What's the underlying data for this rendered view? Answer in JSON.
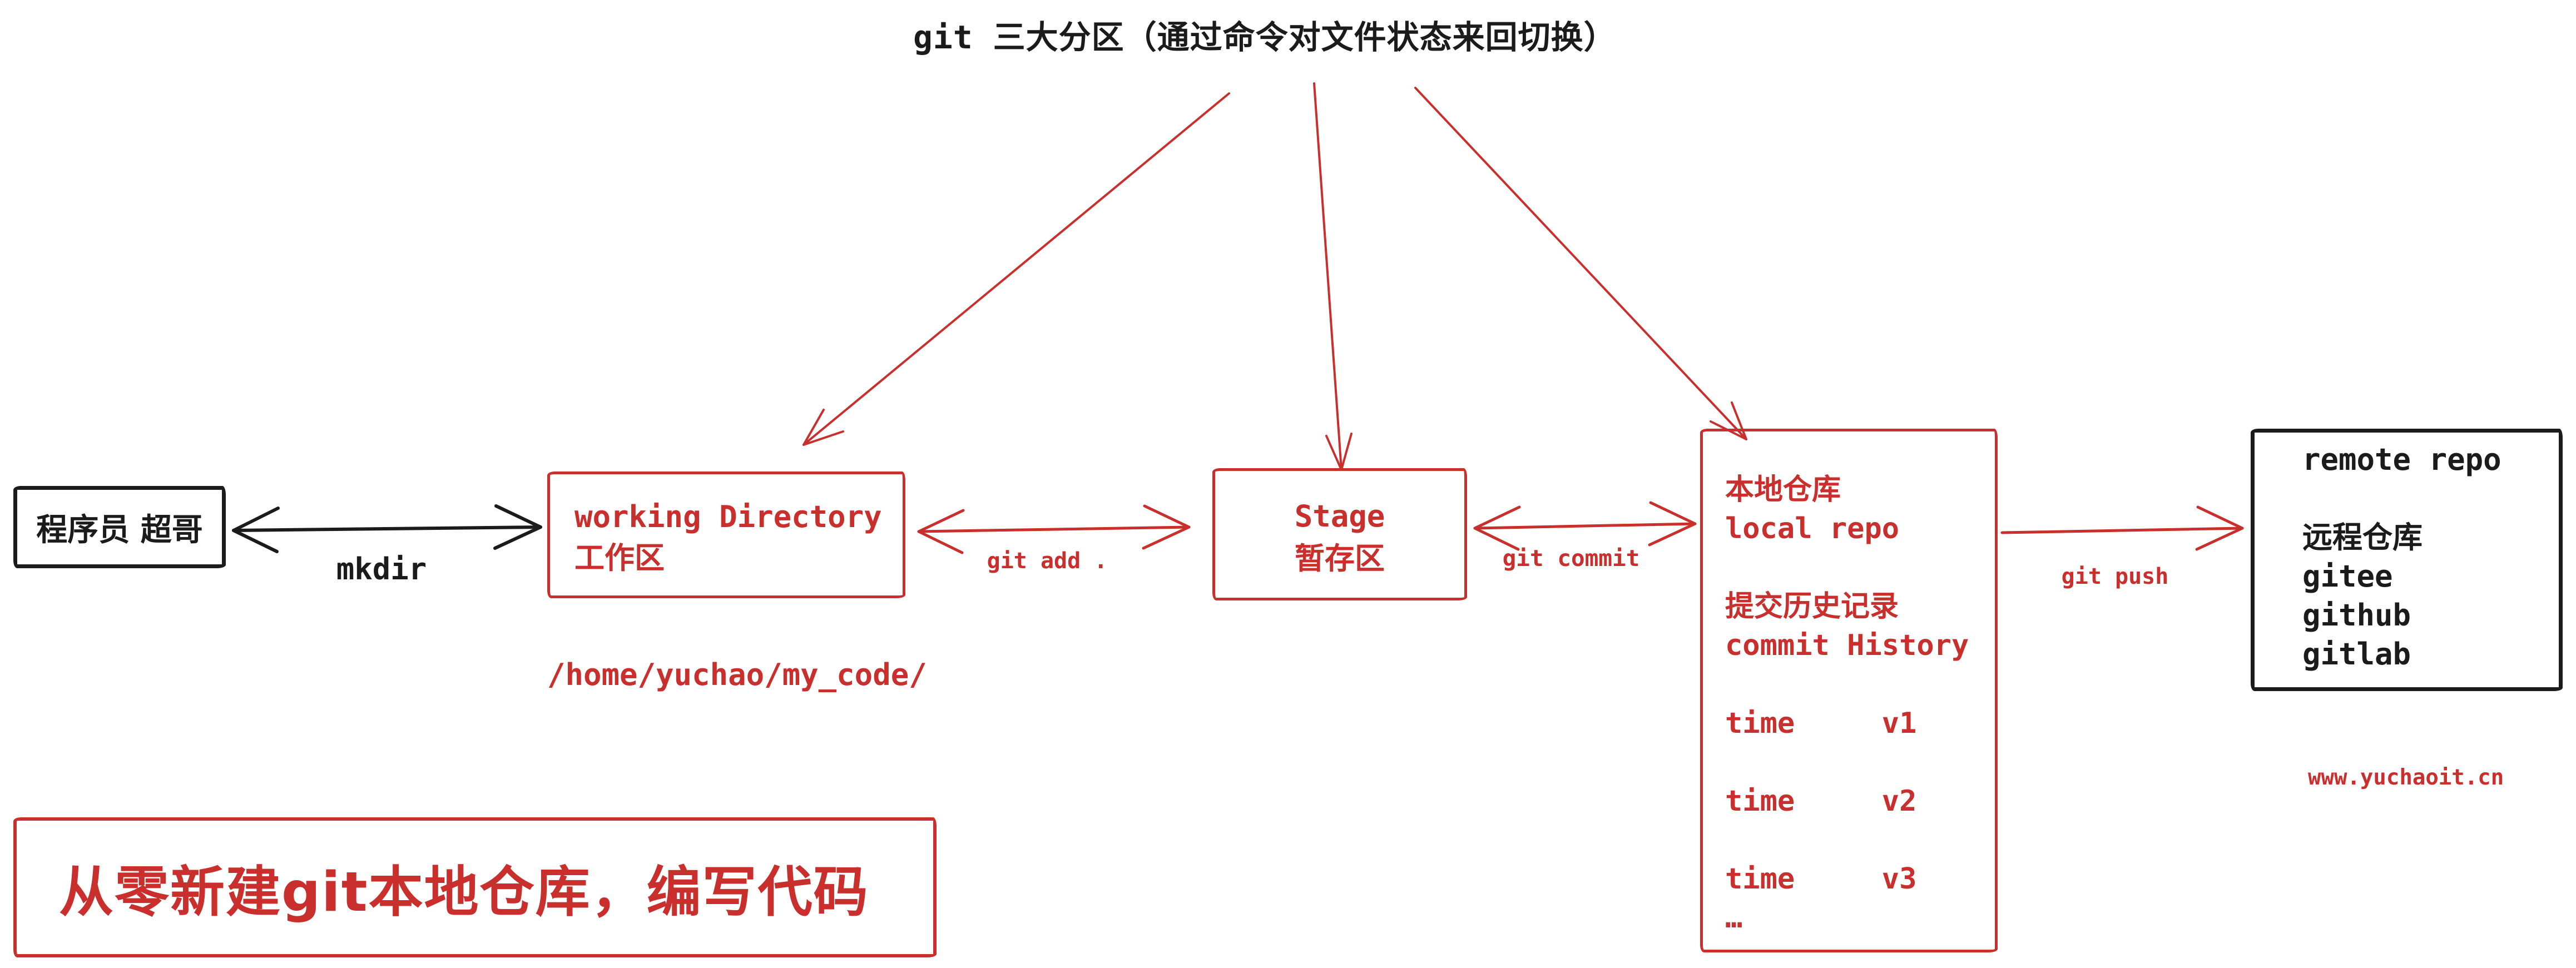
{
  "colors": {
    "red": "#c92f2c",
    "black": "#1b1b1b",
    "background": "#ffffff"
  },
  "title": "git 三大分区（通过命令对文件状态来回切换）",
  "nodes": {
    "programmer": {
      "label": "程序员 超哥"
    },
    "working": {
      "lines": [
        "working Directory",
        "工作区"
      ],
      "note": "/home/yuchao/my_code/"
    },
    "stage": {
      "lines": [
        "Stage",
        "暂存区"
      ]
    },
    "local": {
      "lines": [
        "本地仓库",
        "local repo",
        "",
        "提交历史记录",
        "commit History",
        "",
        "time     v1",
        "",
        "time     v2",
        "",
        "time     v3",
        "…"
      ]
    },
    "remote": {
      "lines": [
        "remote repo",
        "",
        "远程仓库",
        "gitee",
        "github",
        "gitlab"
      ]
    }
  },
  "arrows": {
    "mkdir": {
      "label": "mkdir"
    },
    "git_add": {
      "label": "git add ."
    },
    "git_commit": {
      "label": "git commit"
    },
    "git_push": {
      "label": "git push"
    }
  },
  "headline": "从零新建git本地仓库，编写代码",
  "watermark": "www.yuchaoit.cn"
}
